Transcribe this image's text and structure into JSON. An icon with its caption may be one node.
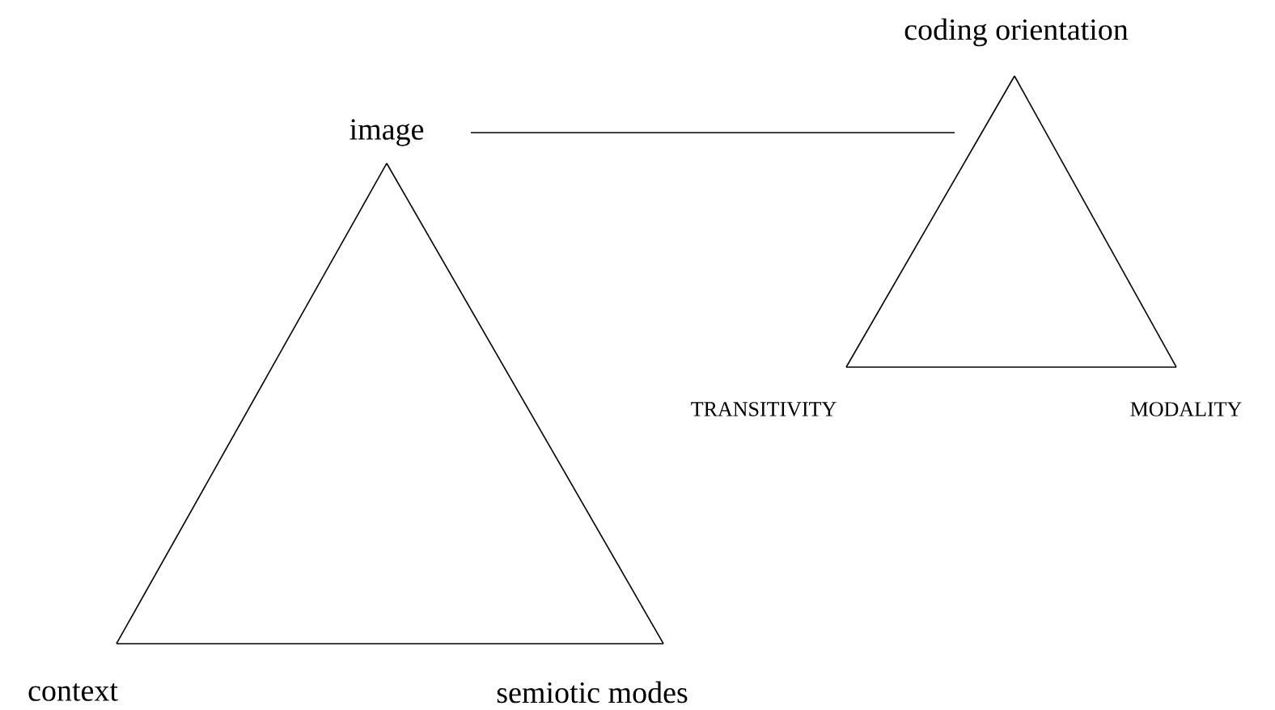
{
  "diagram": {
    "nodes": [
      {
        "text": [
          "image"
        ]
      },
      {
        "text": [
          "context"
        ]
      },
      {
        "text": [
          "semiotic modes"
        ]
      },
      {
        "text": [
          "coding orientation"
        ]
      },
      {
        "text": [
          "TRANSITIVITY"
        ]
      },
      {
        "text": [
          "MODALITY"
        ]
      }
    ],
    "edges": [
      {
        "from": 0,
        "to": 1,
        "arrow": "none"
      },
      {
        "from": 0,
        "to": 2,
        "arrow": "none"
      },
      {
        "from": 1,
        "to": 2,
        "arrow": "none"
      },
      {
        "from": 3,
        "to": 4,
        "arrow": "none"
      },
      {
        "from": 3,
        "to": 5,
        "arrow": "none"
      },
      {
        "from": 4,
        "to": 5,
        "arrow": "none"
      },
      {
        "from": 0,
        "to": 3,
        "arrow": "none"
      }
    ]
  }
}
